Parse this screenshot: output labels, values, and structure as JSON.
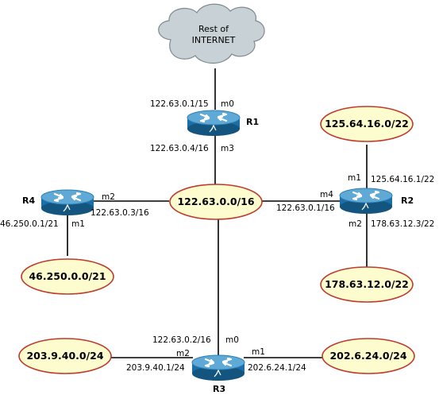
{
  "cloud": {
    "line1": "Rest of",
    "line2": "INTERNET"
  },
  "routers": {
    "r1": {
      "name": "R1"
    },
    "r2": {
      "name": "R2"
    },
    "r3": {
      "name": "R3"
    },
    "r4": {
      "name": "R4"
    }
  },
  "networks": {
    "core": "122.63.0.0/16",
    "r2_top": "125.64.16.0/22",
    "r2_bottom": "178.63.12.0/22",
    "r4_bottom": "46.250.0.0/21",
    "r3_left": "203.9.40.0/24",
    "r3_right": "202.6.24.0/24"
  },
  "interfaces": {
    "r1_m0_ip": "122.63.0.1/15",
    "r1_m0": "m0",
    "r1_m3_ip": "122.63.0.4/16",
    "r1_m3": "m3",
    "r2_m1": "m1",
    "r2_m1_ip": "125.64.16.1/22",
    "r2_m4": "m4",
    "r2_m4_ip": "122.63.0.1/16",
    "r2_m2": "m2",
    "r2_m2_ip": "178.63.12.3/22",
    "r4_m2": "m2",
    "r4_m2_ip": "122.63.0.3/16",
    "r4_m1": "m1",
    "r4_m1_ip": "46.250.0.1/21",
    "r3_m0_ip": "122.63.0.2/16",
    "r3_m0": "m0",
    "r3_m2": "m2",
    "r3_m2_ip": "203.9.40.1/24",
    "r3_m1": "m1",
    "r3_m1_ip": "202.6.24.1/24"
  },
  "colors": {
    "net_fill": "#fdfccf",
    "net_stroke": "#c0392b",
    "router_top": "#5fa9d6",
    "router_body": "#1b6fa8",
    "cloud_fill": "#c8d1d6",
    "cloud_stroke": "#7e8a90"
  }
}
